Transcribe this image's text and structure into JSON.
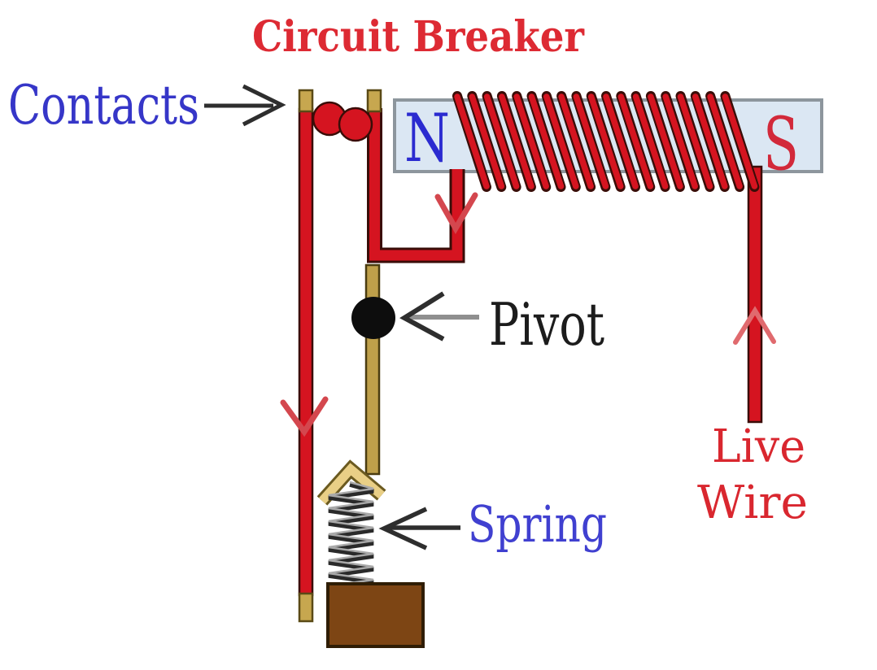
{
  "title": "Circuit Breaker",
  "diagram": {
    "labels": {
      "contacts": "Contacts",
      "pivot": "Pivot",
      "spring": "Spring",
      "live_line1": "Live",
      "live_line2": "Wire"
    },
    "electromagnet": {
      "north": "N",
      "south": "S",
      "coil_turns": 19
    },
    "icons": {
      "contacts_pointer": "arrow-right",
      "pivot_pointer": "arrow-left",
      "spring_pointer": "arrow-left",
      "current_in_coil_exit": "chevron-down",
      "current_in_left_wire": "chevron-down",
      "current_in_live_wire": "chevron-up"
    }
  },
  "colors": {
    "background": "#ffffff",
    "title_red": "#dd2a33",
    "contacts_blue": "#3636c8",
    "spring_label_blue": "#4040d0",
    "pivot_label_black": "#1c1c1c",
    "live_wire_red": "#d9272f",
    "north_blue": "#2b2bd0",
    "south_red": "#d2293a",
    "wire_red": "#d51420",
    "wire_outline": "#3a0d08",
    "magnet_core_fill": "#dbe7f3",
    "magnet_core_border": "#8d969d",
    "brass_tan": "#c7a74f",
    "brass_outline": "#5a4a16",
    "armature_tan": "#bfa04a",
    "armature_outline": "#4a3c10",
    "bracket_tan": "#e9cf86",
    "bracket_outline": "#6b5a20",
    "base_brown": "#7d4514",
    "base_outline": "#2f1d05",
    "pivot_black": "#0d0d0d",
    "spring_dark": "#2a2a2a",
    "spring_light": "#a9a9a9",
    "arrow_red": "#d4474e",
    "arrow_red_light": "#e06a6e",
    "arrow_black": "#2e2e2e",
    "arrow_shaft_gray": "#8f8f8f"
  }
}
